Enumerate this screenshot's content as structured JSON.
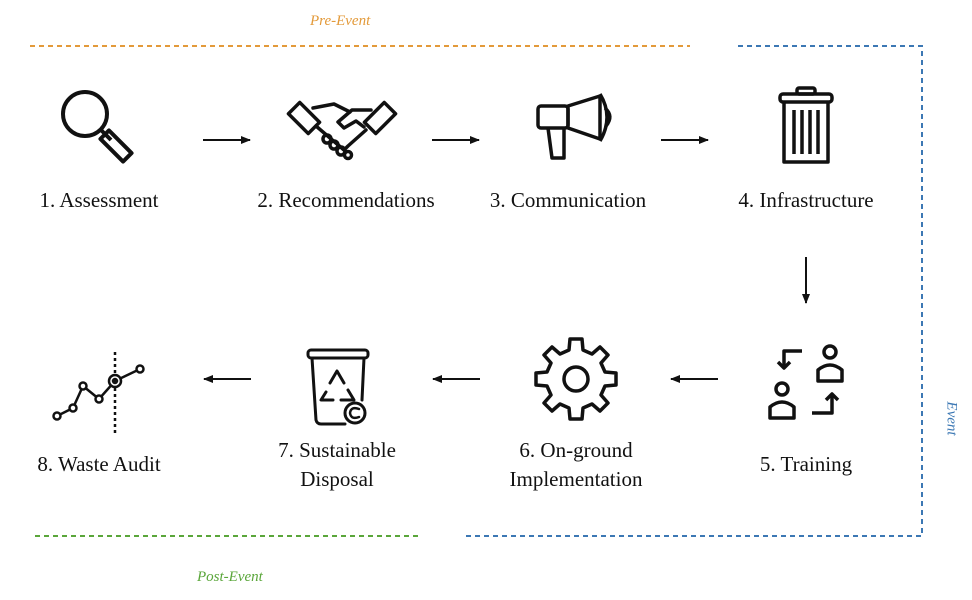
{
  "phases": {
    "pre_event": "Pre-Event",
    "event": "Event",
    "post_event": "Post-Event"
  },
  "colors": {
    "pre_event": "#e39a3a",
    "event": "#3c78b4",
    "post_event": "#5aa63a",
    "ink": "#111111"
  },
  "steps": [
    {
      "label": "1. Assessment",
      "icon": "magnifier-icon"
    },
    {
      "label": "2. Recommendations",
      "icon": "handshake-icon"
    },
    {
      "label": "3. Communication",
      "icon": "megaphone-icon"
    },
    {
      "label": "4. Infrastructure",
      "icon": "trash-bin-icon"
    },
    {
      "label": "5. Training",
      "icon": "people-exchange-icon"
    },
    {
      "label": "6. On-ground\nImplementation",
      "icon": "gear-icon"
    },
    {
      "label": "7. Sustainable\nDisposal",
      "icon": "recycle-bin-icon"
    },
    {
      "label": "8. Waste Audit",
      "icon": "line-chart-icon"
    }
  ]
}
